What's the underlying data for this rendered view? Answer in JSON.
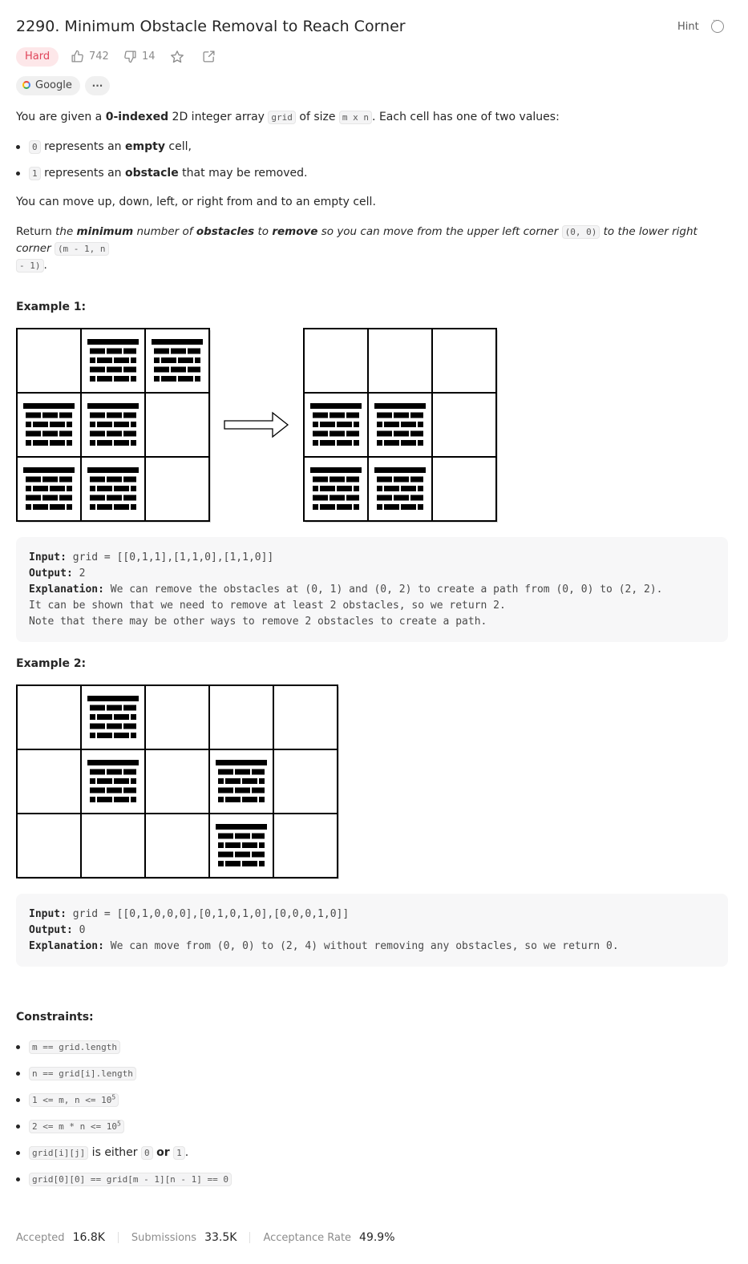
{
  "header": {
    "title": "2290. Minimum Obstacle Removal to Reach Corner",
    "hint_label": "Hint"
  },
  "meta": {
    "difficulty": "Hard",
    "likes": "742",
    "dislikes": "14",
    "company_tag": "Google",
    "more_tags": "···",
    "colors": {
      "hard": "#e0455a",
      "hard_bg": "#fde7e9"
    }
  },
  "description": {
    "p1_a": "You are given a ",
    "p1_b": "0-indexed",
    "p1_c": " 2D integer array ",
    "p1_code1": "grid",
    "p1_d": " of size ",
    "p1_code2": "m x n",
    "p1_e": ". Each cell has one of two values:",
    "b1_code": "0",
    "b1_a": " represents an ",
    "b1_b": "empty",
    "b1_c": " cell,",
    "b2_code": "1",
    "b2_a": " represents an ",
    "b2_b": "obstacle",
    "b2_c": " that may be removed.",
    "p2": "You can move up, down, left, or right from and to an empty cell.",
    "p3_a": "Return ",
    "p3_b": "the ",
    "p3_c": "minimum",
    "p3_d": " number of ",
    "p3_e": "obstacles",
    "p3_f": " to ",
    "p3_g": "remove",
    "p3_h": " so you can move from the upper left corner ",
    "p3_code1": "(0, 0)",
    "p3_i": " to the lower right corner ",
    "p3_code2a": "(m - 1, n",
    "p3_code2b": "- 1)",
    "p3_j": "."
  },
  "example1": {
    "heading": "Example 1:",
    "grid_before": [
      [
        0,
        1,
        1
      ],
      [
        1,
        1,
        0
      ],
      [
        1,
        1,
        0
      ]
    ],
    "grid_after": [
      [
        0,
        0,
        0
      ],
      [
        1,
        1,
        0
      ],
      [
        1,
        1,
        0
      ]
    ],
    "input_label": "Input:",
    "input": " grid = [[0,1,1],[1,1,0],[1,1,0]]",
    "output_label": "Output:",
    "output": " 2",
    "explanation_label": "Explanation:",
    "explanation": " We can remove the obstacles at (0, 1) and (0, 2) to create a path from (0, 0) to (2, 2).",
    "line2": "It can be shown that we need to remove at least 2 obstacles, so we return 2.",
    "line3": "Note that there may be other ways to remove 2 obstacles to create a path."
  },
  "example2": {
    "heading": "Example 2:",
    "grid": [
      [
        0,
        1,
        0,
        0,
        0
      ],
      [
        0,
        1,
        0,
        1,
        0
      ],
      [
        0,
        0,
        0,
        1,
        0
      ]
    ],
    "input_label": "Input:",
    "input": " grid = [[0,1,0,0,0],[0,1,0,1,0],[0,0,0,1,0]]",
    "output_label": "Output:",
    "output": " 0",
    "explanation_label": "Explanation:",
    "explanation": " We can move from (0, 0) to (2, 4) without removing any obstacles, so we return 0."
  },
  "constraints": {
    "heading": "Constraints:",
    "c1": "m == grid.length",
    "c2": "n == grid[i].length",
    "c3": "1 <= m, n <= 10",
    "c3_sup": "5",
    "c4": "2 <= m * n <= 10",
    "c4_sup": "5",
    "c5_code": "grid[i][j]",
    "c5_a": " is either ",
    "c5_code2": "0",
    "c5_b": "or",
    "c5_code3": "1",
    "c5_c": ".",
    "c6": "grid[0][0] == grid[m - 1][n - 1] == 0"
  },
  "footer": {
    "accepted_label": "Accepted",
    "accepted": "16.8K",
    "submissions_label": "Submissions",
    "submissions": "33.5K",
    "rate_label": "Acceptance Rate",
    "rate": "49.9%"
  }
}
